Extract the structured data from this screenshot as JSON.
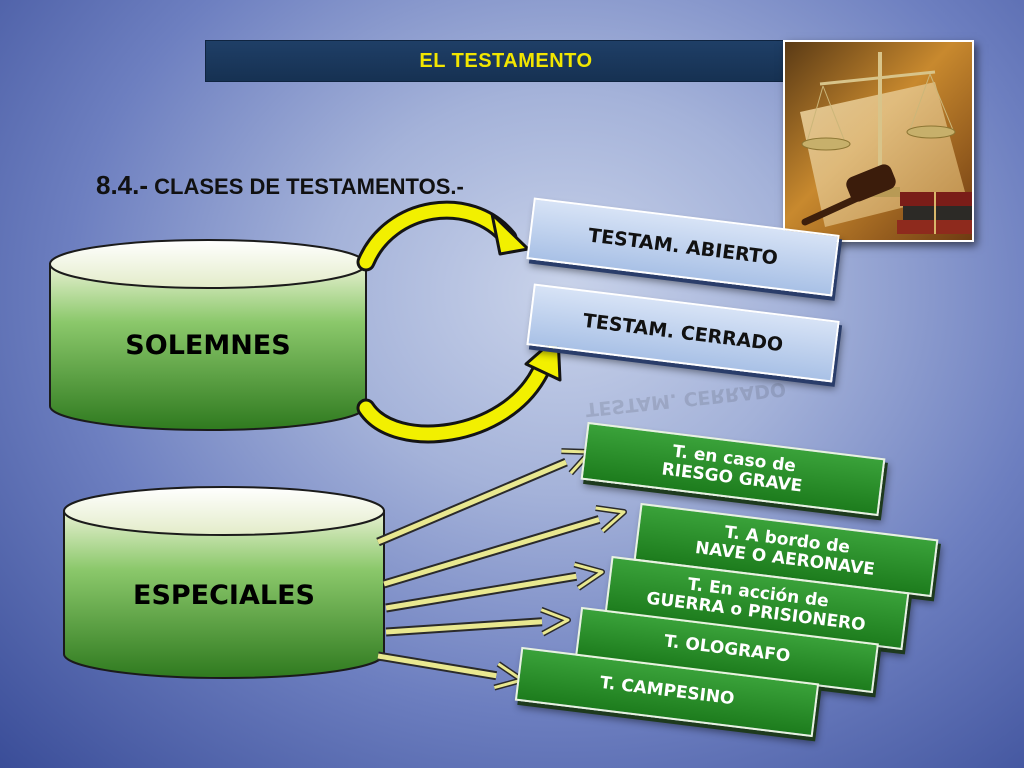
{
  "header": {
    "title": "EL TESTAMENTO"
  },
  "section": {
    "number": "8.4.-",
    "heading": "CLASES DE TESTAMENTOS.-"
  },
  "categories": {
    "solemnes": "SOLEMNES",
    "especiales": "ESPECIALES"
  },
  "solemnes_types": [
    {
      "label": "TESTAM. ABIERTO"
    },
    {
      "label": "TESTAM. CERRADO"
    }
  ],
  "especiales_types": [
    {
      "line1": "T. en caso de",
      "line2": "RIESGO GRAVE"
    },
    {
      "line1": "T. A bordo de",
      "line2": "NAVE O AERONAVE"
    },
    {
      "line1": "T. En acción de",
      "line2": "GUERRA o PRISIONERO"
    },
    {
      "line1": "T. OLOGRAFO",
      "line2": ""
    },
    {
      "line1": "T. CAMPESINO",
      "line2": ""
    }
  ],
  "colors": {
    "title_bar": "#1f3f67",
    "title_text": "#f2e600",
    "cylinder_green": "#2f8a24",
    "box_blue": "#c4d6f0",
    "box_green": "#2a9a2a",
    "arrow_yellow": "#f2f000"
  },
  "icons": {
    "photo": "justice-scales-gavel-image"
  }
}
